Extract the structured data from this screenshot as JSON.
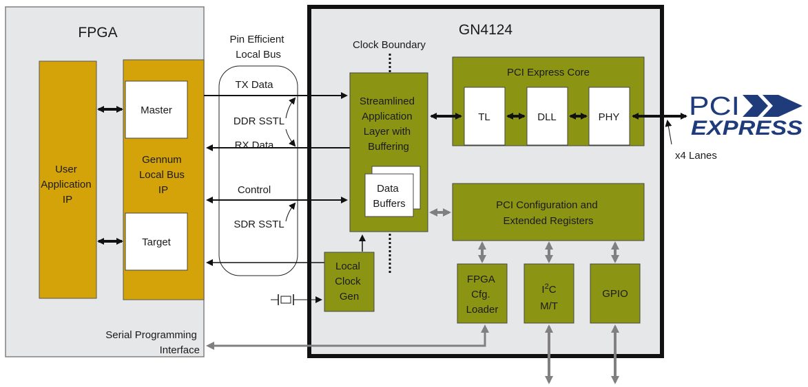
{
  "colors": {
    "chip_bg": "#e6e7e9",
    "olive": "#8c9414",
    "gold": "#d4a30a",
    "arrow_black": "#111111",
    "arrow_gray": "#808080",
    "pci_logo": "#1f3b7a"
  },
  "fpga": {
    "title": "FPGA",
    "user_app": [
      "User",
      "Application",
      "IP"
    ],
    "local_bus_ip": [
      "Gennum",
      "Local Bus",
      "IP"
    ],
    "master": "Master",
    "target": "Target",
    "serial_prog": [
      "Serial Programming",
      "Interface"
    ]
  },
  "bus": {
    "title": [
      "Pin Efficient",
      "Local Bus"
    ],
    "tx_data": "TX Data",
    "ddr_sstl": "DDR SSTL",
    "rx_data": "RX Data",
    "control": "Control",
    "sdr_sstl": "SDR SSTL"
  },
  "chip": {
    "title": "GN4124",
    "clock_boundary": "Clock Boundary",
    "app_layer": [
      "Streamlined",
      "Application",
      "Layer with",
      "Buffering"
    ],
    "data_buffers": [
      "Data",
      "Buffers"
    ],
    "pcie_core": "PCI Express Core",
    "tl": "TL",
    "dll": "DLL",
    "phy": "PHY",
    "config_regs": [
      "PCI Configuration and",
      "Extended Registers"
    ],
    "clock_gen": [
      "Local",
      "Clock",
      "Gen"
    ],
    "fpga_loader": [
      "FPGA",
      "Cfg.",
      "Loader"
    ],
    "i2c": {
      "main": "I",
      "sup": "2",
      "tail": "C",
      "line2": "M/T"
    },
    "gpio": "GPIO"
  },
  "pcie_logo": {
    "top": "PCI",
    "bottom": "EXPRESS"
  },
  "lanes": "x4 Lanes"
}
